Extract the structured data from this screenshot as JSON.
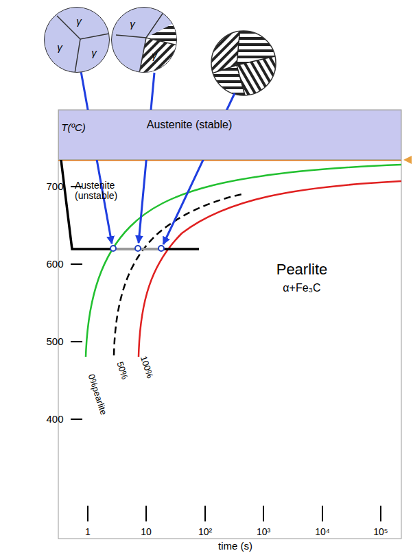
{
  "diagram": {
    "nodes": [
      {
        "text": [
          "Austenite (stable)"
        ]
      },
      {
        "text": [
          "γ",
          "γ",
          "γ"
        ]
      },
      {
        "text": [
          "γ",
          "γ"
        ]
      }
    ],
    "labels": [
      "T(ºC)",
      "700",
      "600",
      "500",
      "400",
      "1",
      "10",
      "10²",
      "10³",
      "10⁴",
      "10⁵",
      "time (s)",
      "Austenite (unstable)",
      "Pearlite",
      "α+Fe₃C",
      "0%pearlite",
      "50%",
      "100%"
    ]
  }
}
